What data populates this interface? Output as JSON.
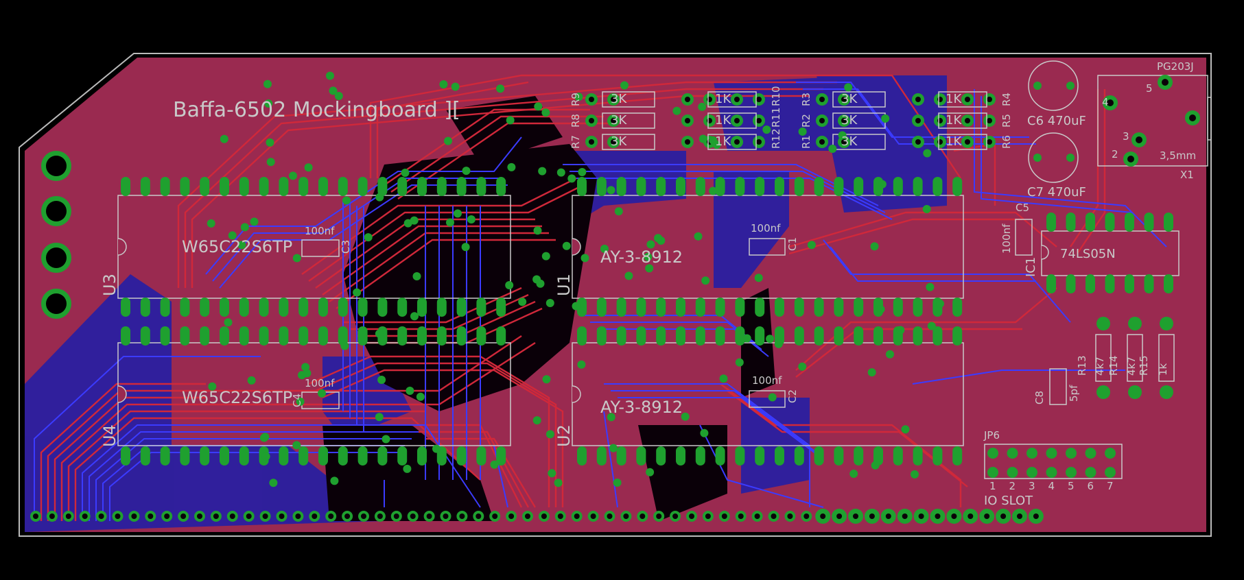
{
  "board": {
    "title": "Baffa-6502 Mockingboard ][",
    "colors": {
      "background": "#000000",
      "top_copper": "#9a2a50",
      "bottom_copper": "#2a1fa0",
      "trace_red": "#d0283a",
      "trace_blue": "#3b3bff",
      "pad": "#1fa02f",
      "silkscreen": "#c9c9c9"
    }
  },
  "parts": {
    "u3": {
      "name": "U3",
      "value": "W65C22S6TP"
    },
    "u4": {
      "name": "U4",
      "value": "W65C22S6TP"
    },
    "u1": {
      "name": "U1",
      "value": "AY-3-8912"
    },
    "u2": {
      "name": "U2",
      "value": "AY-3-8912"
    },
    "ic1": {
      "name": "IC1",
      "value": "74LS05N"
    },
    "c1": {
      "name": "C1",
      "value": "100nf"
    },
    "c2": {
      "name": "C2",
      "value": "100nf"
    },
    "c3": {
      "name": "C3",
      "value": "100nf"
    },
    "c4": {
      "name": "C4",
      "value": "100nf"
    },
    "c5": {
      "name": "C5",
      "value": "100nf"
    },
    "c6": {
      "name": "C6",
      "value": "470uF"
    },
    "c7": {
      "name": "C7",
      "value": "470uF"
    },
    "c8": {
      "name": "C8",
      "value": "5pf"
    },
    "x1": {
      "name": "X1",
      "value": "PG203J",
      "sub": "3,5mm",
      "pins": [
        "4",
        "5",
        "3",
        "2"
      ]
    },
    "jp6": {
      "name": "JP6",
      "label": "IO SLOT",
      "pins": [
        "1",
        "2",
        "3",
        "4",
        "5",
        "6",
        "7"
      ]
    },
    "resistors_left": {
      "rows": [
        {
          "a": "R9",
          "b": "3K",
          "c": "1K",
          "d": "R10"
        },
        {
          "a": "R8",
          "b": "3K",
          "c": "1K",
          "d": "R11"
        },
        {
          "a": "R7",
          "b": "3K",
          "c": "1K",
          "d": "R12"
        }
      ]
    },
    "resistors_right": {
      "rows": [
        {
          "a": "R3",
          "b": "3K",
          "c": "1K",
          "d": "R4"
        },
        {
          "a": "R2",
          "b": "3K",
          "c": "1K",
          "d": "R5"
        },
        {
          "a": "R1",
          "b": "3K",
          "c": "1K",
          "d": "R6"
        }
      ]
    },
    "r13": {
      "name": "R13",
      "value": "4k7"
    },
    "r14": {
      "name": "R14",
      "value": "4k7"
    },
    "r15": {
      "name": "R15",
      "value": "1k"
    }
  }
}
